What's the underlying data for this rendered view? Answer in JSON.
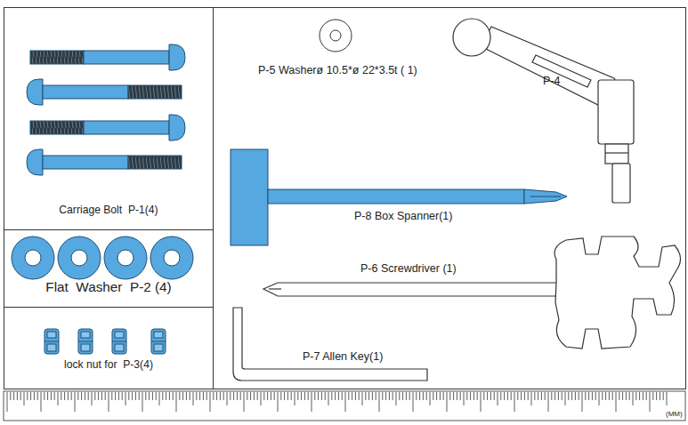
{
  "diagram": {
    "nodes": [
      {
        "text": [
          "Carriage Bolt  P-1(4)"
        ]
      },
      {
        "text": [
          "Flat  Washer  P-2 (4)"
        ]
      },
      {
        "text": [
          "lock nut for  P-3(4)"
        ]
      }
    ],
    "labels": [
      "P-5 Washerø 10.5*ø 22*3.5t ( 1)",
      "P-4",
      "P-8 Box Spanner(1)",
      "P-6 Screwdriver (1)",
      "P-7 Allen Key(1)",
      "(MM)"
    ]
  }
}
